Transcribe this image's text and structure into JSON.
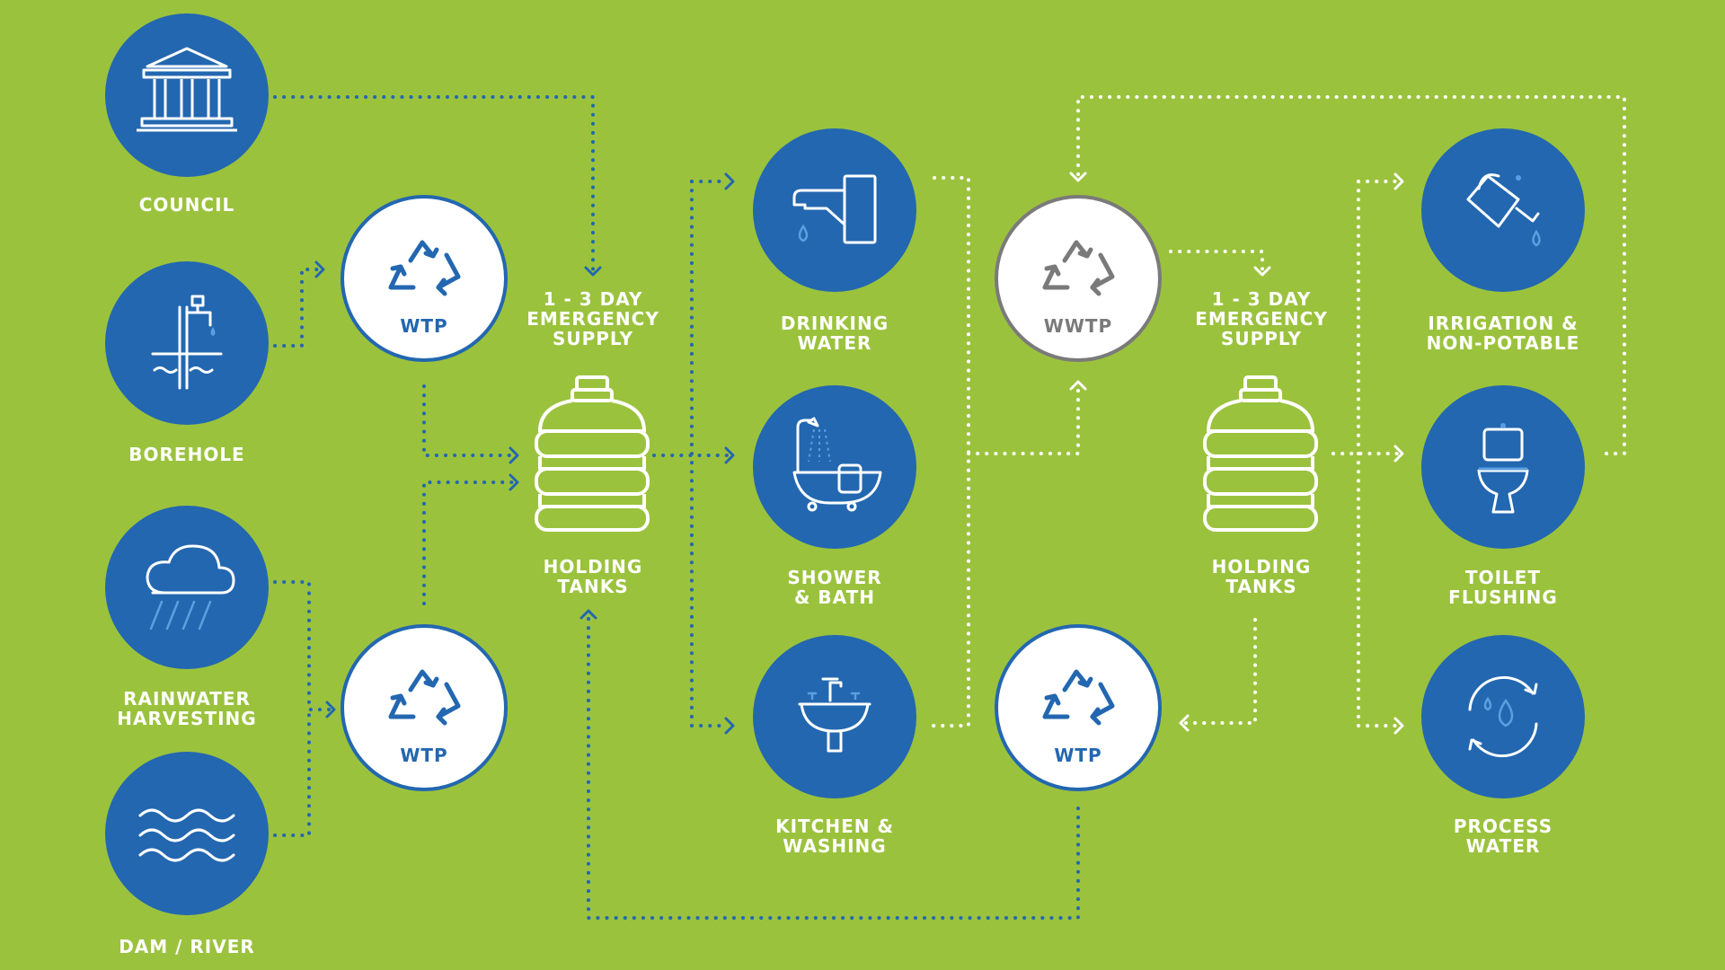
{
  "colors": {
    "background": "#9bc23d",
    "node_blue": "#2367b0",
    "node_white": "#ffffff",
    "wwtp_ring": "#7a7a7a",
    "dotted_white": "#ffffff",
    "dotted_blue": "#2367b0"
  },
  "sources": {
    "council": {
      "label": "COUNCIL",
      "icon": "council-building-icon"
    },
    "borehole": {
      "label": "BOREHOLE",
      "icon": "borehole-tap-icon"
    },
    "rainwater": {
      "label": "RAINWATER\nHARVESTING",
      "icon": "rain-cloud-icon"
    },
    "dam_river": {
      "label": "DAM / RIVER",
      "icon": "water-waves-icon"
    }
  },
  "treatment": {
    "wtp_upper": {
      "label": "WTP",
      "icon": "recycle-icon"
    },
    "wtp_lower": {
      "label": "WTP",
      "icon": "recycle-icon"
    },
    "wwtp": {
      "label": "WWTP",
      "icon": "recycle-icon"
    },
    "wtp_return": {
      "label": "WTP",
      "icon": "recycle-icon"
    }
  },
  "storage": {
    "left": {
      "caption": "1 - 3 DAY\nEMERGENCY\nSUPPLY",
      "label": "HOLDING\nTANKS",
      "icon": "water-tank-icon"
    },
    "right": {
      "caption": "1 - 3 DAY\nEMERGENCY\nSUPPLY",
      "label": "HOLDING\nTANKS",
      "icon": "water-tank-icon"
    }
  },
  "uses": {
    "drinking": {
      "label": "DRINKING\nWATER",
      "icon": "faucet-icon"
    },
    "shower": {
      "label": "SHOWER\n& BATH",
      "icon": "bathtub-icon"
    },
    "kitchen": {
      "label": "KITCHEN &\nWASHING",
      "icon": "sink-icon"
    },
    "irrigation": {
      "label": "IRRIGATION &\nNON-POTABLE",
      "icon": "watering-can-icon"
    },
    "toilet": {
      "label": "TOILET\nFLUSHING",
      "icon": "toilet-icon"
    },
    "process": {
      "label": "PROCESS\nWATER",
      "icon": "process-cycle-icon"
    }
  }
}
